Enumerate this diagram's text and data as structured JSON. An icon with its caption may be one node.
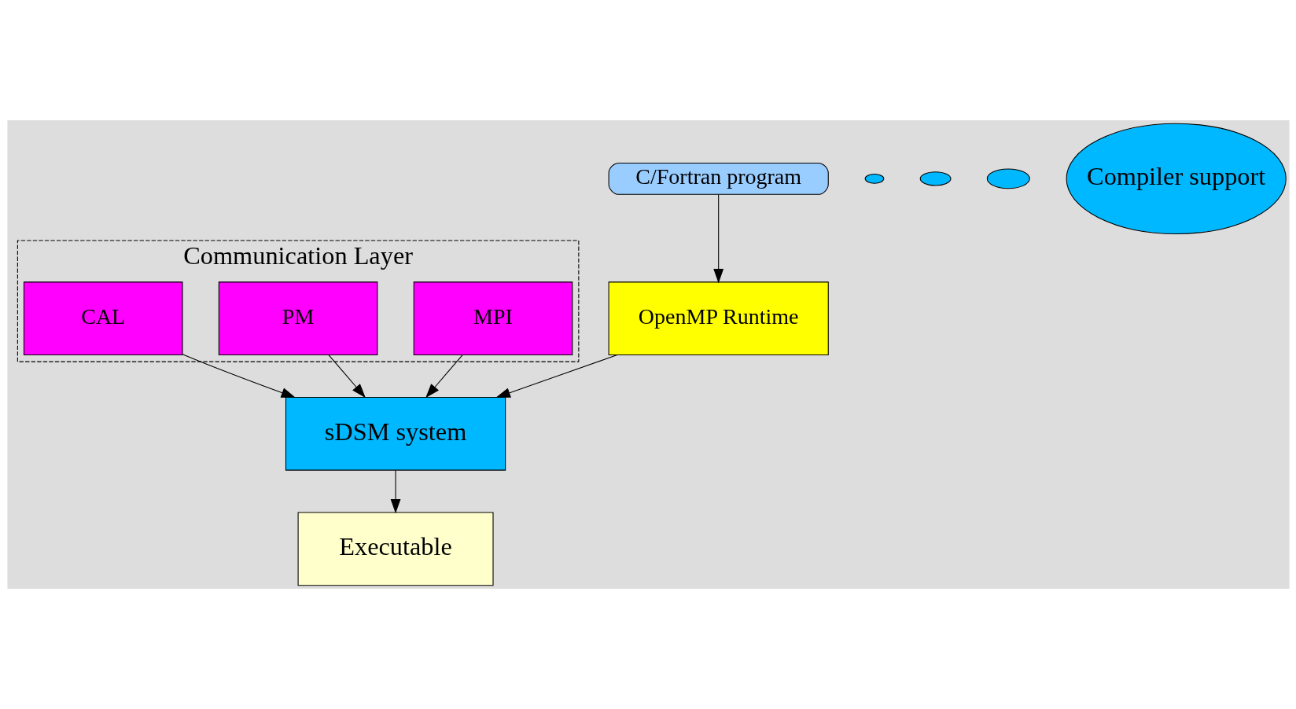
{
  "diagram": {
    "nodes": [
      {
        "text": [
          "Communication Layer"
        ]
      },
      {
        "text": [
          "MPI"
        ],
        "in": 0
      },
      {
        "text": [
          "PM"
        ],
        "in": 0
      },
      {
        "text": [
          "CAL"
        ],
        "in": 0
      },
      {
        "text": [
          "C/Fortran program"
        ]
      },
      {
        "text": [
          "OpenMP Runtime"
        ]
      },
      {
        "text": [
          "sDSM system"
        ]
      },
      {
        "text": [
          "Executable"
        ]
      },
      {
        "text": [],
        "shape": "ellipse"
      },
      {
        "text": [],
        "shape": "ellipse"
      },
      {
        "text": [],
        "shape": "ellipse"
      },
      {
        "text": [
          "Compiler support"
        ]
      }
    ],
    "edges": [
      {
        "from": 4,
        "to": 5,
        "arrow": "to"
      },
      {
        "from": 5,
        "to": 6,
        "arrow": "to"
      },
      {
        "from": 1,
        "to": 6,
        "arrow": "to"
      },
      {
        "from": 2,
        "to": 6,
        "arrow": "to"
      },
      {
        "from": 3,
        "to": 6,
        "arrow": "to"
      },
      {
        "from": 6,
        "to": 7,
        "arrow": "to"
      }
    ]
  }
}
